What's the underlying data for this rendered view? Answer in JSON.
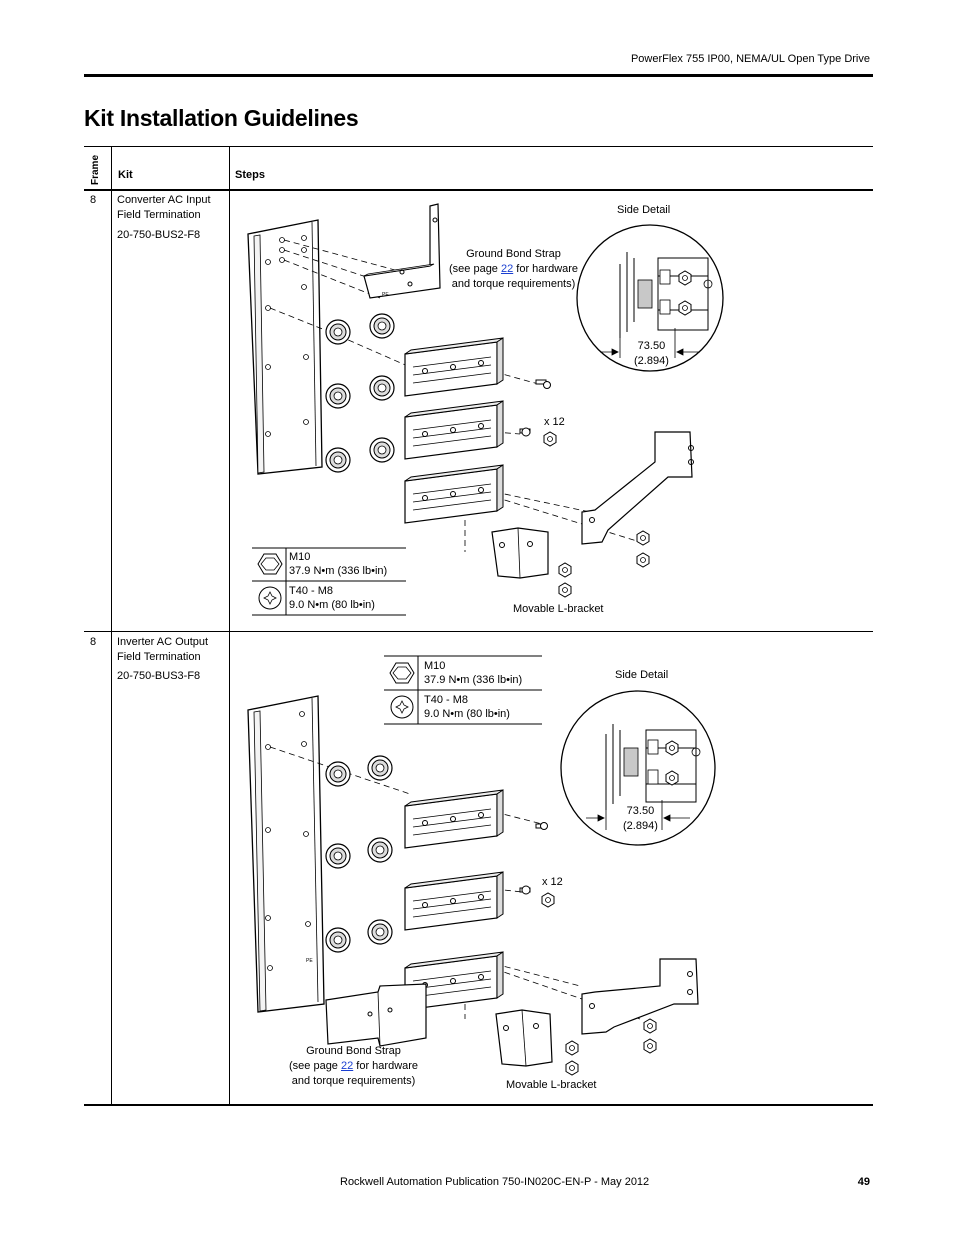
{
  "header": {
    "doc_title": "PowerFlex 755 IP00, NEMA/UL Open Type Drive"
  },
  "page_title": "Kit Installation Guidelines",
  "table": {
    "headers": {
      "frame": "Frame",
      "kit": "Kit",
      "steps": "Steps"
    },
    "rows": [
      {
        "frame": "8",
        "kit_name": "Converter AC Input Field Termination",
        "kit_number": "20-750-BUS2-F8",
        "figure": {
          "side_detail": "Side Detail",
          "ground_strap": {
            "line1": "Ground Bond Strap",
            "line2_pre": "(see page ",
            "page_link": "22",
            "line2_post": " for hardware",
            "line3": "and torque requirements)"
          },
          "quantity": "x 12",
          "dimension_mm": "73.50",
          "dimension_in": "(2.894)",
          "torque": [
            {
              "type": "M10",
              "value": "37.9 N•m (336 lb•in)"
            },
            {
              "type": "T40 - M8",
              "value": "9.0 N•m (80 lb•in)"
            }
          ],
          "bracket_label": "Movable L-bracket",
          "pe_label": "PE"
        }
      },
      {
        "frame": "8",
        "kit_name": "Inverter AC Output Field Termination",
        "kit_number": "20-750-BUS3-F8",
        "figure": {
          "side_detail": "Side Detail",
          "ground_strap": {
            "line1": "Ground Bond Strap",
            "line2_pre": "(see page ",
            "page_link": "22",
            "line2_post": " for hardware",
            "line3": "and torque requirements)"
          },
          "quantity": "x 12",
          "dimension_mm": "73.50",
          "dimension_in": "(2.894)",
          "torque": [
            {
              "type": "M10",
              "value": "37.9 N•m (336 lb•in)"
            },
            {
              "type": "T40 - M8",
              "value": "9.0 N•m (80 lb•in)"
            }
          ],
          "bracket_label": "Movable L-bracket",
          "pe_label": "PE"
        }
      }
    ]
  },
  "footer": {
    "publication": "Rockwell Automation Publication 750-IN020C-EN-P - May 2012",
    "page_number": "49"
  }
}
